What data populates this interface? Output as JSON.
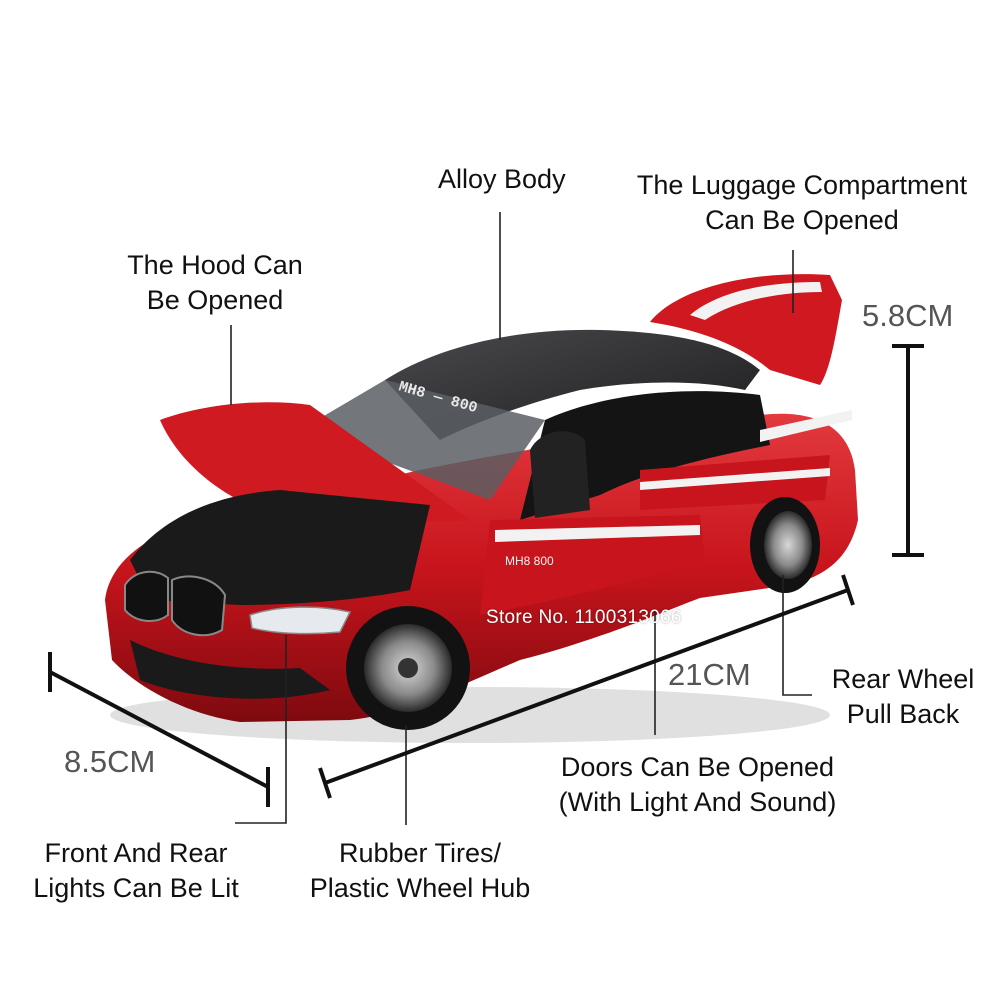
{
  "callouts": {
    "alloy_body": "Alloy Body",
    "luggage": [
      "The Luggage Compartment",
      "Can Be Opened"
    ],
    "hood": [
      "The Hood Can",
      "Be Opened"
    ],
    "rear_wheel": [
      "Rear Wheel",
      "Pull Back"
    ],
    "doors": [
      "Doors Can Be Opened",
      "(With Light And Sound)"
    ],
    "lights": [
      "Front And Rear",
      "Lights Can Be Lit"
    ],
    "tires": [
      "Rubber Tires/",
      "Plastic Wheel Hub"
    ]
  },
  "dimensions": {
    "height": "5.8CM",
    "length": "21CM",
    "width": "8.5CM"
  },
  "watermark": "Store No. 1100313066",
  "car": {
    "body_color": "#c8141c",
    "roof_color": "#2a2a2c",
    "stripe_color": "#f2f2f2",
    "model_badge": "MH8 800"
  }
}
